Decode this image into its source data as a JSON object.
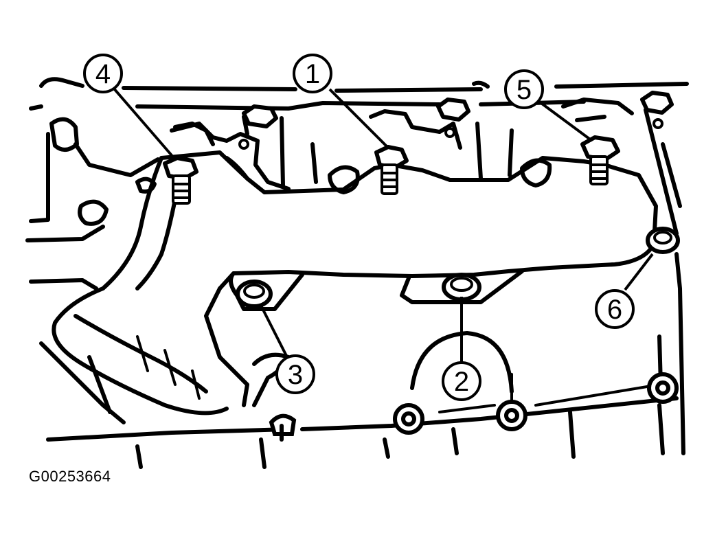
{
  "figure_id": "G00253664",
  "callouts": [
    {
      "label": "1",
      "part": "bolt"
    },
    {
      "label": "2",
      "part": "bolt"
    },
    {
      "label": "3",
      "part": "bolt"
    },
    {
      "label": "4",
      "part": "bolt"
    },
    {
      "label": "5",
      "part": "bolt"
    },
    {
      "label": "6",
      "part": "bolt"
    }
  ],
  "colors": {
    "ink": "#000000",
    "paper": "#ffffff"
  }
}
